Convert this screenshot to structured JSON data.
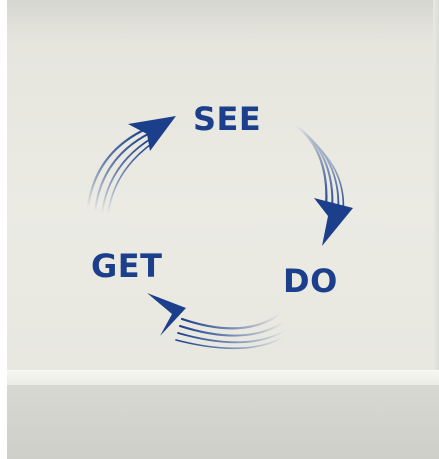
{
  "cycle": {
    "top_label": "SEE",
    "right_label": "DO",
    "left_label": "GET"
  },
  "colors": {
    "ink": "#1c3f8c",
    "wall": "#e9e9e2"
  }
}
